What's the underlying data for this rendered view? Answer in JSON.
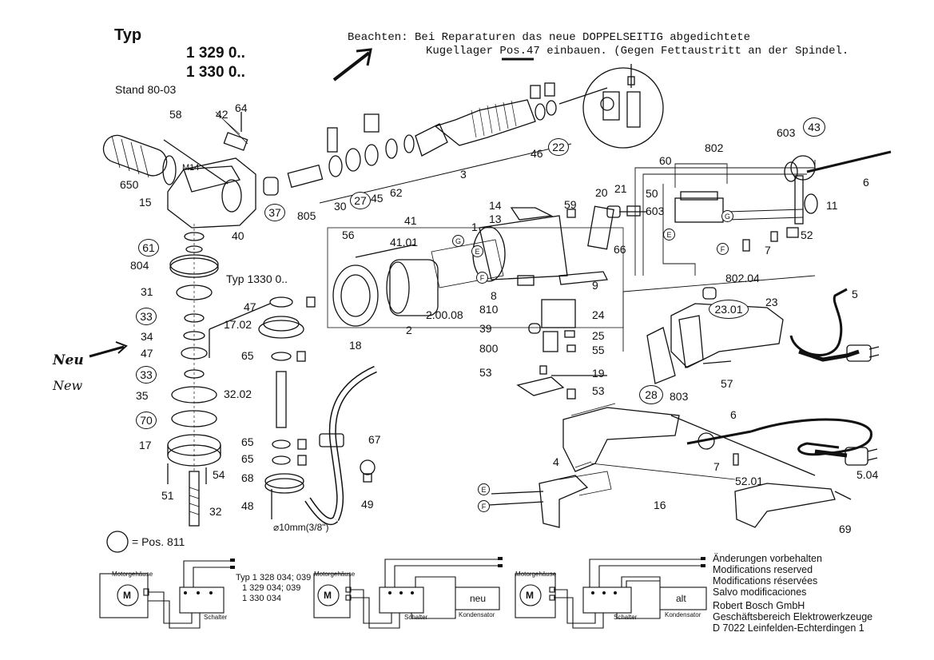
{
  "header": {
    "typ": "Typ",
    "model1": "1 329 0..",
    "model2": "1 330 0..",
    "stand": "Stand 80-03"
  },
  "note": {
    "line1": "Beachten: Bei Reparaturen das neue DOPPELSEITIG abgedichtete",
    "line2": "Kugellager Pos.47 einbauen. (Gegen Fettaustritt an der Spindel."
  },
  "typ_1330": "Typ 1330 0..",
  "neu": "Neu",
  "new": "New",
  "m14": "M14",
  "tube_note": "⌀10mm(3/8\")",
  "legend": "= Pos. 811",
  "labels": {
    "p58": "58",
    "p42": "42",
    "p64": "64",
    "p650": "650",
    "p15": "15",
    "p40": "40",
    "p804": "804",
    "p31": "31",
    "p34": "34",
    "p47a": "47",
    "p35": "35",
    "p17": "17",
    "p51": "51",
    "p54": "54",
    "p32": "32",
    "p805": "805",
    "p30": "30",
    "p45": "45",
    "p62": "62",
    "p3": "3",
    "p46": "46",
    "p47b": "47",
    "p1702": "17.02",
    "p65a": "65",
    "p3202": "32.02",
    "p65b": "65",
    "p65c": "65",
    "p68": "68",
    "p48": "48",
    "p67": "67",
    "p49": "49",
    "p56": "56",
    "p41": "41",
    "p4101": "41.01",
    "p14": "14",
    "p13": "13",
    "p1": "1",
    "p59": "59",
    "p18": "18",
    "p2": "2",
    "p20008": "2.00.08",
    "p8": "8",
    "p810": "810",
    "p39": "39",
    "p800": "800",
    "p53a": "53",
    "p53b": "53",
    "p24": "24",
    "p25": "25",
    "p55": "55",
    "p19": "19",
    "p9": "9",
    "p20": "20",
    "p21": "21",
    "p66": "66",
    "p60": "60",
    "p50": "50",
    "p802": "802",
    "p603a": "603",
    "p603b": "603",
    "p6a": "6",
    "p11": "11",
    "p52": "52",
    "p7a": "7",
    "p80204": "802.04",
    "p5": "5",
    "p23": "23",
    "p803": "803",
    "p57": "57",
    "p6b": "6",
    "p4": "4",
    "p7b": "7",
    "p5201": "52.01",
    "p504": "5.04",
    "p16": "16",
    "p69": "69"
  },
  "circled": {
    "c61": "61",
    "c33a": "33",
    "c33b": "33",
    "c70": "70",
    "c37": "37",
    "c27": "27",
    "c22": "22",
    "c43": "43",
    "c2301": "23.01",
    "c28": "28"
  },
  "letters": {
    "E": "E",
    "F": "F",
    "G": "G"
  },
  "footer": {
    "l1": "Änderungen vorbehalten",
    "l2": "Modifications reserved",
    "l3": "Modifications réservées",
    "l4": "Salvo modificaciones",
    "l5": "Robert Bosch GmbH",
    "l6": "Geschäftsbereich Elektrowerkzeuge",
    "l7": "D 7022 Leinfelden-Echterdingen 1"
  },
  "circuit": {
    "motorgehause": "Motorgehäuse",
    "schalter": "Schalter",
    "kondensator": "Kondensator",
    "neu": "neu",
    "alt": "alt",
    "typ_line1": "Typ 1 328 034; 039",
    "typ_line2": "1 329 034; 039",
    "typ_line3": "1 330 034",
    "m": "M"
  }
}
